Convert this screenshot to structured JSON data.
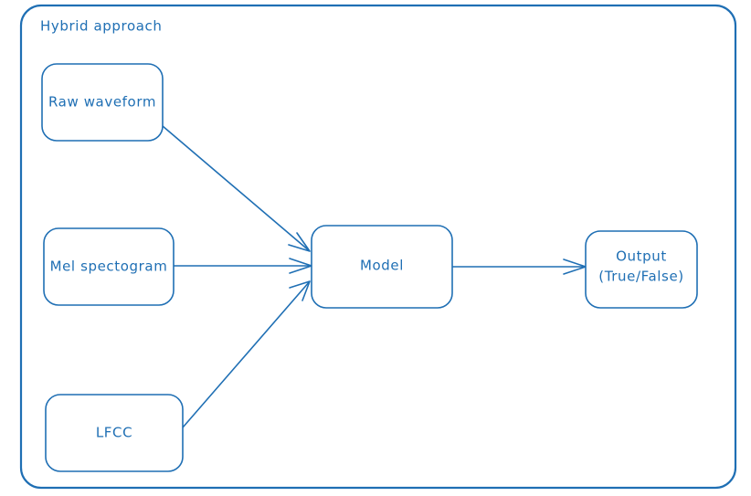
{
  "diagram": {
    "title": "Hybrid approach",
    "style": {
      "stroke_color": "#1f6fb4",
      "text_color": "#1f6fb4",
      "background_color": "#ffffff"
    },
    "container": {
      "label": "Hybrid approach"
    },
    "nodes": [
      {
        "id": "raw-waveform",
        "label": "Raw waveform"
      },
      {
        "id": "mel-spectogram",
        "label": "Mel spectogram"
      },
      {
        "id": "lfcc",
        "label": "LFCC"
      },
      {
        "id": "model",
        "label": "Model"
      },
      {
        "id": "output",
        "label_line1": "Output",
        "label_line2": "(True/False)"
      }
    ],
    "edges": [
      {
        "id": "raw-waveform-to-model",
        "from": "Raw waveform",
        "to": "Model",
        "label": ""
      },
      {
        "id": "mel-spectogram-to-model",
        "from": "Mel spectogram",
        "to": "Model",
        "label": ""
      },
      {
        "id": "lfcc-to-model",
        "from": "LFCC",
        "to": "Model",
        "label": ""
      },
      {
        "id": "model-to-output",
        "from": "Model",
        "to": "Output",
        "label": ""
      }
    ]
  }
}
